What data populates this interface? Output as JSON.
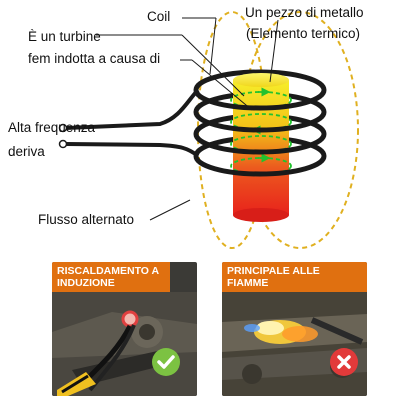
{
  "diagram": {
    "labels": {
      "coil": "Coil",
      "metal_piece_line1": "Un pezzo di metallo",
      "metal_piece_line2": "(Elemento termico)",
      "eddy_line1": "È un turbine",
      "eddy_line2": "fem indotta a causa di",
      "high_freq_line1": "Alta frequenza",
      "high_freq_line2": "deriva",
      "alternating_flux": "Flusso alternato"
    }
  },
  "panels": {
    "induction": {
      "title": "RISCALDAMENTO A INDUZIONE",
      "status": "check"
    },
    "flame": {
      "title": "PRINCIPALE ALLE FIAMME",
      "status": "cross"
    }
  },
  "colors": {
    "accent_orange": "#e07010",
    "coil": "#1a1a1a",
    "metal_top": "#f4e21a",
    "metal_bottom": "#e8231c",
    "eddy_current": "#22c22e",
    "flux_lines": "#e0b020",
    "check_badge": "#7cc242",
    "cross_badge": "#e23a3a"
  }
}
